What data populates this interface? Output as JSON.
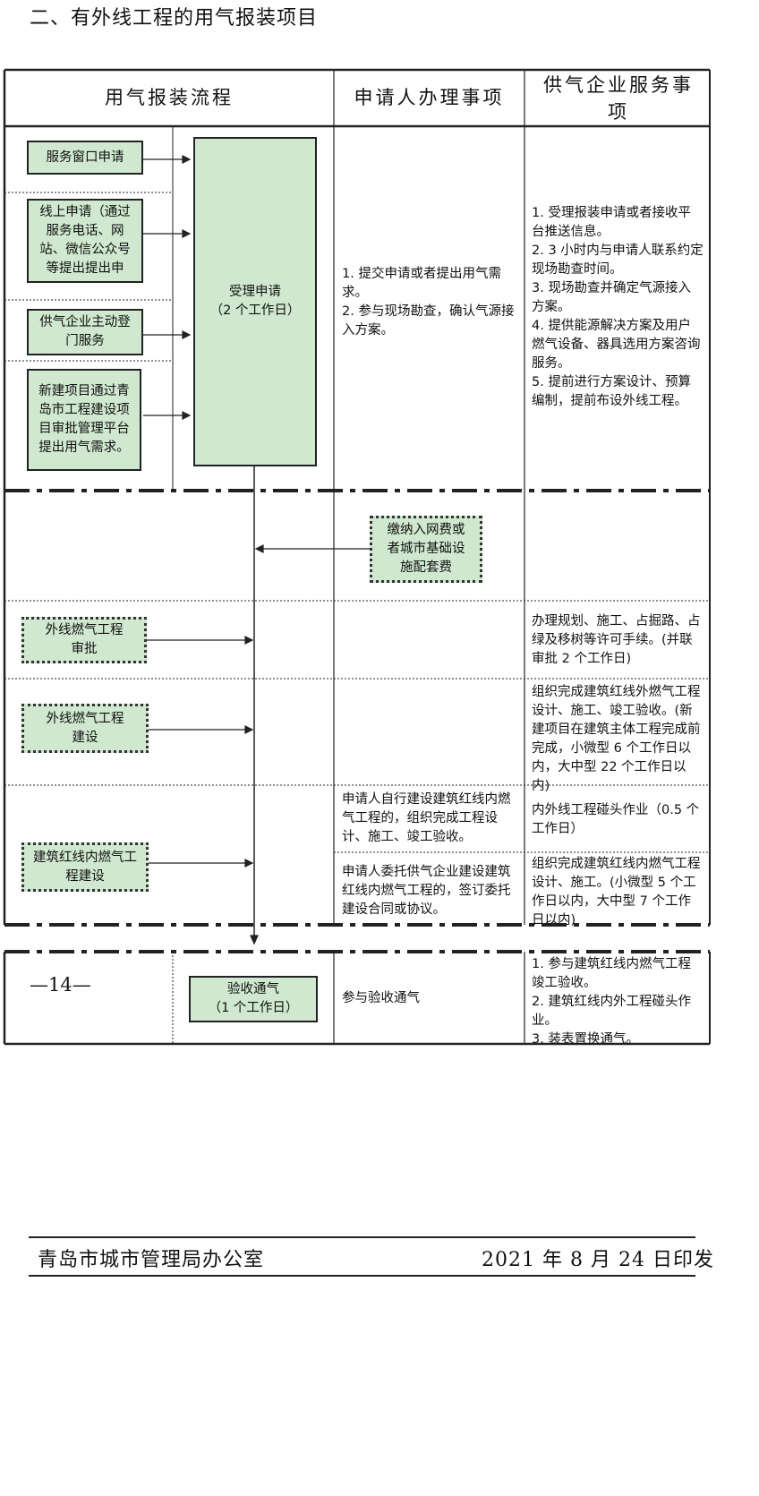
{
  "title": "二、有外线工程的用气报装项目",
  "headers": {
    "flow": "用气报装流程",
    "applicant": "申请人办理事项",
    "supplier": "供气企业服务事项"
  },
  "boxes": {
    "window": "服务窗口申请",
    "online": "线上申请（通过服务电话、网站、微信公众号等提出提出申",
    "visit": "供气企业主动登门服务",
    "newproj": "新建项目通过青岛市工程建设项目审批管理平台提出用气需求。",
    "accept": "受理申请\n（2 个工作日）",
    "fee": "缴纳入网费或者城市基础设施配套费",
    "outer_approve": "外线燃气工程审批",
    "outer_build": "外线燃气工程建设",
    "inner_build": "建筑红线内燃气工程建设",
    "inspect": "验收通气\n（1 个工作日）"
  },
  "applicant": {
    "r1": "1.  提交申请或者提出用气需求。\n2. 参与现场勘查，确认气源接入方案。",
    "r5a": "申请人自行建设建筑红线内燃气工程的，组织完成工程设计、施工、竣工验收。",
    "r5b": "申请人委托供气企业建设建筑红线内燃气工程的，签订委托建设合同或协议。",
    "r6": "参与验收通气"
  },
  "supplier": {
    "r1": "1. 受理报装申请或者接收平台推送信息。\n2. 3 小时内与申请人联系约定现场勘查时间。\n3. 现场勘查并确定气源接入方案。\n4. 提供能源解决方案及用户燃气设备、器具选用方案咨询服务。\n5. 提前进行方案设计、预算编制，提前布设外线工程。",
    "r3": "办理规划、施工、占掘路、占绿及移树等许可手续。(并联审批 2 个工作日)",
    "r4": "组织完成建筑红线外燃气工程设计、施工、竣工验收。(新建项目在建筑主体工程完成前完成，小微型 6 个工作日以内，大中型 22 个工作日以内)",
    "r5a": "内外线工程碰头作业（0.5 个工作日）",
    "r5b": "组织完成建筑红线内燃气工程设计、施工。(小微型 5 个工作日以内，大中型 7 个工作日以内)",
    "r6": "1. 参与建筑红线内燃气工程竣工验收。\n2. 建筑红线内外工程碰头作业。\n3. 装表置换通气。"
  },
  "page_number": "—14—",
  "footer": {
    "office": "青岛市城市管理局办公室",
    "date": "2021 年 8 月 24 日印发"
  }
}
